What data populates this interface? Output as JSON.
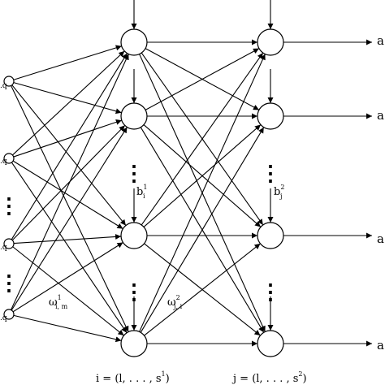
{
  "diagram": {
    "input_label": ".q",
    "output_label": "a",
    "vertical_dots": "⋮",
    "weight1": {
      "base": "ω",
      "sup": "1",
      "sub": "i, m"
    },
    "weight2": {
      "base": "ω",
      "sup": "2",
      "sub": "j, i"
    },
    "bias1": {
      "base": "b",
      "sup": "1",
      "sub": "i"
    },
    "bias2": {
      "base": "b",
      "sup": "2",
      "sub": "j"
    },
    "range1": {
      "text": "i = (l, . . . , s",
      "sup": "1",
      "close": ")"
    },
    "range2": {
      "text": "j = (l, . . . , s",
      "sup": "2",
      "close": ")"
    }
  }
}
